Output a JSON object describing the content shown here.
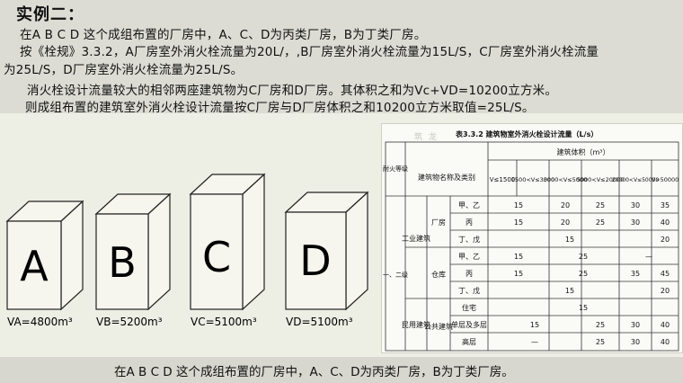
{
  "header": {
    "title": "实例二：",
    "line1": "在A B C D 这个成组布置的厂房中，A、C、D为丙类厂房，B为丁类厂房。",
    "line2": "按《栓规》3.3.2，A厂房室外消火栓流量为20L/，,B厂房室外消火栓流量为15L/S，C厂房室外消火栓流量",
    "line3": "为25L/S，D厂房室外消火栓流量为25L/S。",
    "line4": "消火栓设计流量较大的相邻两座建筑物为C厂房和D厂房。其体积之和为Vc+VD=10200立方米。",
    "line5": "则成组布置的建筑室外消火栓设计流量按C厂房与D厂房体积之和10200立方米取值=25L/S。"
  },
  "buildings": [
    {
      "letter": "A",
      "volume": "VA=4800m³"
    },
    {
      "letter": "B",
      "volume": "VB=5200m³"
    },
    {
      "letter": "C",
      "volume": "VC=5100m³"
    },
    {
      "letter": "D",
      "volume": "VD=5100m³"
    }
  ],
  "table": {
    "stamp": "筑 龙",
    "title": "表3.3.2 建筑物室外消火栓设计流量（L/s）",
    "col_fire": "耐火等级",
    "col_name": "建筑物名称及类别",
    "col_volume": "建筑体积（m³）",
    "vol_headers": [
      "V≤1500",
      "1500<V≤3000",
      "3000<V≤5000",
      "5000<V≤20000",
      "20000<V≤50000",
      "V>50000"
    ],
    "grade": "一、二级",
    "group_industrial": "工业建筑",
    "group_civil": "民用建筑",
    "sub_factory": "厂房",
    "sub_warehouse": "仓库",
    "sub_public": "公共建筑",
    "rows": [
      {
        "label": "甲、乙",
        "cells": [
          "15",
          "20",
          "25",
          "30",
          "35"
        ]
      },
      {
        "label": "丙",
        "cells": [
          "15",
          "20",
          "25",
          "30",
          "40"
        ]
      },
      {
        "label": "丁、戊",
        "cells": [
          "15",
          "20"
        ]
      },
      {
        "label": "甲、乙",
        "cells": [
          "15",
          "25",
          "—"
        ]
      },
      {
        "label": "丙",
        "cells": [
          "15",
          "25",
          "35",
          "45"
        ]
      },
      {
        "label": "丁、戊",
        "cells": [
          "15",
          "20"
        ]
      },
      {
        "label": "住宅",
        "cells": [
          "15"
        ]
      },
      {
        "label": "单层及多层",
        "cells": [
          "15",
          "25",
          "30",
          "40"
        ]
      },
      {
        "label": "高层",
        "cells": [
          "—",
          "25",
          "30",
          "40"
        ]
      }
    ]
  },
  "footer": {
    "text": "在A B C D 这个成组布置的厂房中，A、C、D为丙类厂房，B为丁类厂房。"
  }
}
